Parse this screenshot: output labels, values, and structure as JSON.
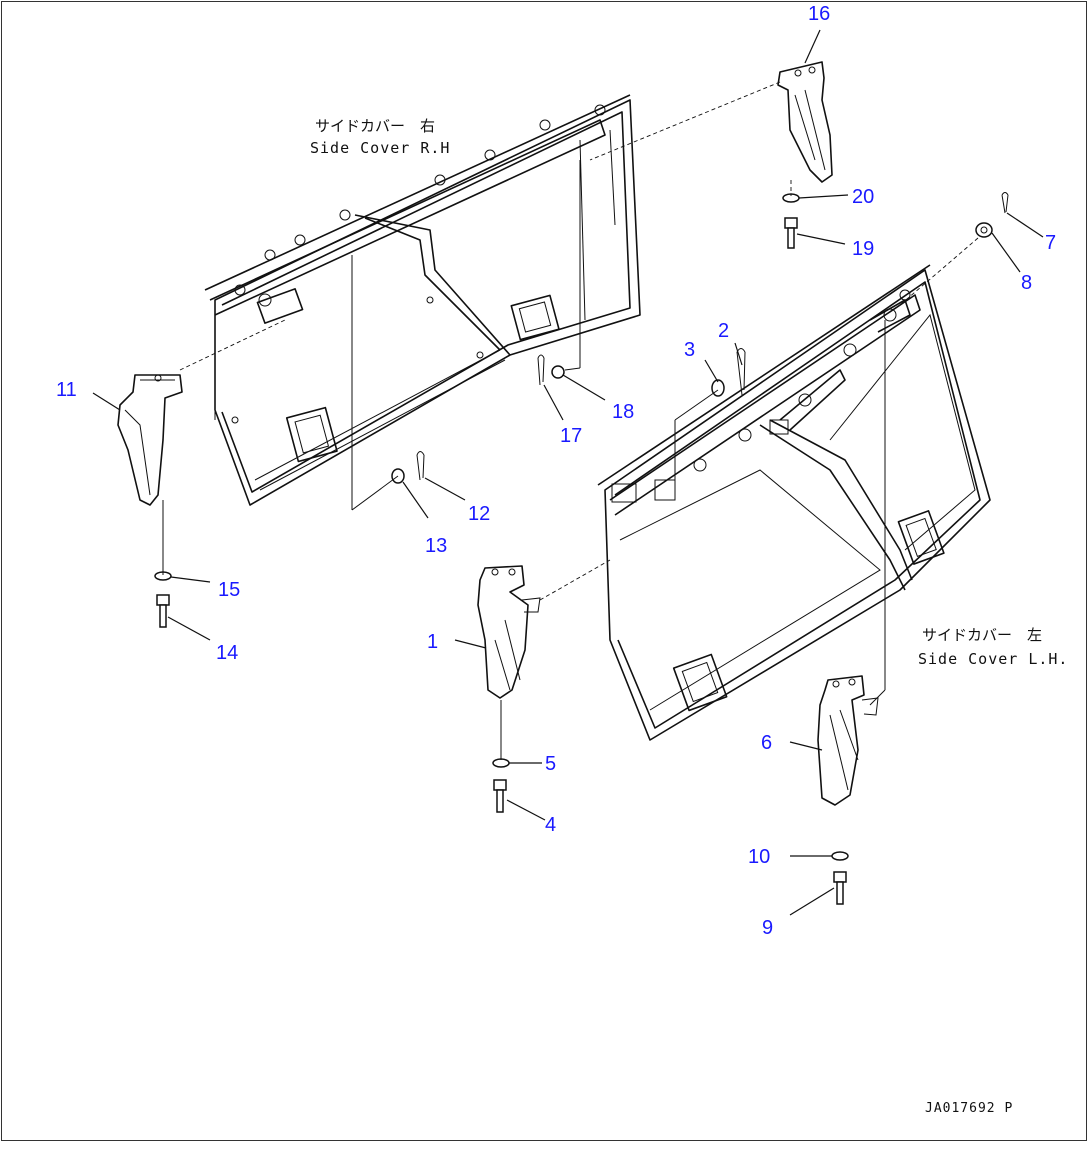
{
  "labels": {
    "rh_jp": "サイドカバー　右",
    "rh_en": "Side Cover R.H",
    "lh_jp": "サイドカバー　左",
    "lh_en": "Side Cover L.H.",
    "figure_id": "JA017692 P"
  },
  "callouts": [
    "1",
    "2",
    "3",
    "4",
    "5",
    "6",
    "7",
    "8",
    "9",
    "10",
    "11",
    "12",
    "13",
    "14",
    "15",
    "16",
    "17",
    "18",
    "19",
    "20"
  ]
}
